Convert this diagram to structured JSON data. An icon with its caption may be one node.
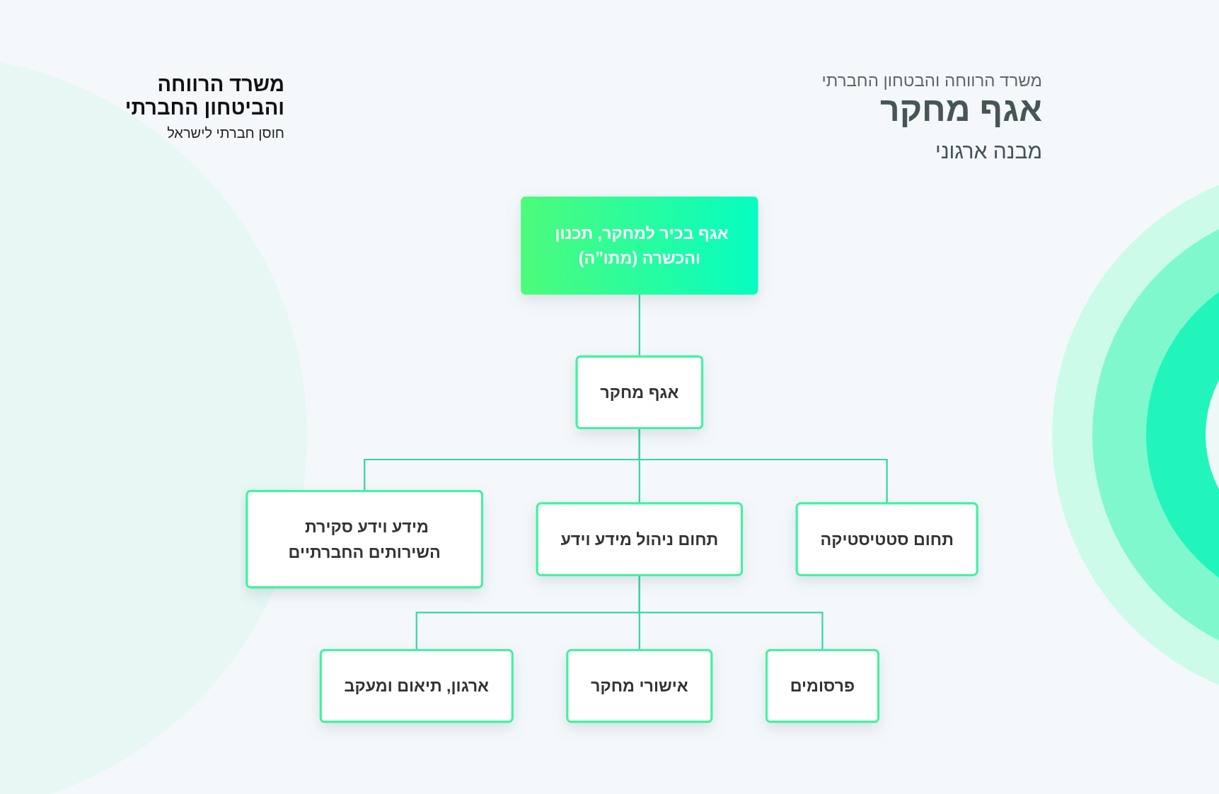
{
  "diagram": {
    "title": "אגף מחקר",
    "nodes": [
      {
        "text": [
          "אגף בכיר למחקר, תכנון והכשרה (מתו”ה)"
        ]
      },
      {
        "text": [
          "אגף מחקר"
        ]
      },
      {
        "text": [
          "תחום סטטיסטיקה"
        ]
      },
      {
        "text": [
          "תחום ניהול מידע וידע"
        ]
      },
      {
        "text": [
          "מידע וידע סקירת השירותים החברתיים"
        ]
      },
      {
        "text": [
          "פרסומים"
        ]
      },
      {
        "text": [
          "אישורי מחקר"
        ]
      },
      {
        "text": [
          "ארגון, תיאום ומעקב"
        ]
      }
    ],
    "edges": [
      {
        "from": 0,
        "to": 1,
        "arrow": "none"
      },
      {
        "from": 1,
        "to": 4,
        "arrow": "none"
      },
      {
        "from": 1,
        "to": 3,
        "arrow": "none"
      },
      {
        "from": 1,
        "to": 2,
        "arrow": "none"
      },
      {
        "from": 3,
        "to": 7,
        "arrow": "none"
      },
      {
        "from": 3,
        "to": 6,
        "arrow": "none"
      },
      {
        "from": 3,
        "to": 5,
        "arrow": "none"
      }
    ],
    "labels": [
      "משרד הרווחה והבטחון החברתי",
      "מבנה ארגוני",
      "משרד הרווחה והביטחון החברתי",
      "חוסן חברתי לישראל"
    ]
  }
}
